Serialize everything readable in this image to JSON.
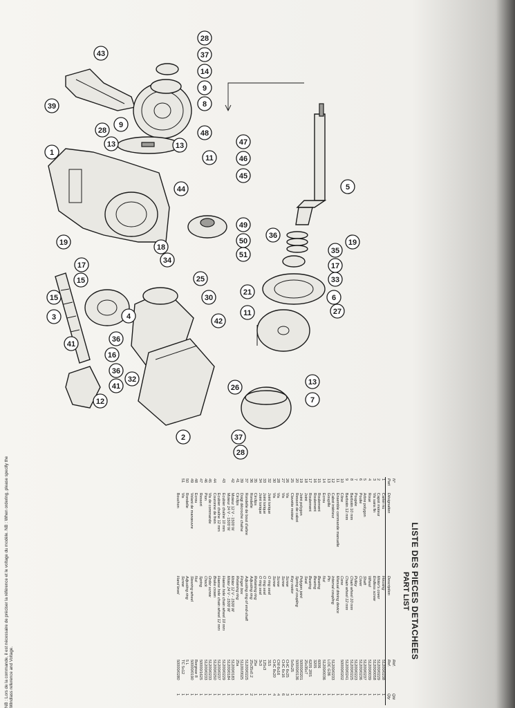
{
  "callouts": [
    "1",
    "2",
    "3",
    "4",
    "5",
    "6",
    "7",
    "8",
    "9",
    "9",
    "11",
    "11",
    "12",
    "13",
    "13",
    "13",
    "14",
    "15",
    "15",
    "16",
    "17",
    "17",
    "18",
    "19",
    "19",
    "21",
    "25",
    "26",
    "27",
    "28",
    "28",
    "28",
    "30",
    "32",
    "33",
    "34",
    "35",
    "36",
    "36",
    "36",
    "37",
    "37",
    "39",
    "41",
    "41",
    "42",
    "43",
    "44",
    "45",
    "46",
    "47",
    "48",
    "49",
    "50",
    "51"
  ],
  "parts_list": {
    "title": "LISTE DES PIECES DETACHEES",
    "subtitle": "PART LIST",
    "headers": {
      "no": "N°",
      "part": "Part",
      "designation": "Désignation",
      "description": "Description",
      "ref": "Réf.",
      "ref2": "Ref.",
      "qte": "Qté",
      "qty": "Qty"
    },
    "rows": [
      {
        "no": "1",
        "des": "Carter nu",
        "desc": "Housing",
        "ref": "51200/0238",
        "qty": "1"
      },
      {
        "no": "2",
        "des": "Capot moteur",
        "desc": "Motor's cover",
        "ref": "51200/0229",
        "qty": "1"
      },
      {
        "no": "3",
        "des": "Vis sans fin",
        "desc": "Endless screw",
        "ref": "51200/0058",
        "qty": "1"
      },
      {
        "no": "4",
        "des": "Roue",
        "desc": "Wheel",
        "ref": "51200/0039",
        "qty": "1"
      },
      {
        "no": "5",
        "des": "Arbre polygon",
        "desc": "Shaft",
        "ref": "51200/0237",
        "qty": "1"
      },
      {
        "no": "6",
        "des": "Poulie",
        "desc": "Cover",
        "ref": "51200/0236",
        "qty": "1"
      },
      {
        "no": "7",
        "des": "Poupée",
        "desc": "Pulley",
        "ref": "51200/0223",
        "qty": "1"
      },
      {
        "no": "8",
        "des": "Barbotin 10 mm",
        "desc": "Chain wheel 10 mm",
        "ref": "51200/0225",
        "qty": "1"
      },
      {
        "no": "9",
        "des": "Barbotin 12 mm",
        "desc": "Chain wheel 12 mm",
        "ref": "51200/0241",
        "qty": "1"
      },
      {
        "no": "10",
        "des": "Cône",
        "desc": "Cone",
        "ref": "50000/0202",
        "qty": "1"
      },
      {
        "no": "11",
        "des": "Ensemble commande manuelle",
        "desc": "Manual driving device",
        "ref": "",
        "qty": "1"
      },
      {
        "no": "12",
        "des": "Cabot intérieur",
        "desc": "Internal coupling",
        "ref": "51200/0233",
        "qty": "1"
      },
      {
        "no": "13",
        "des": "Goupille",
        "desc": "Pin",
        "ref": "LOC G36",
        "qty": "1"
      },
      {
        "no": "14",
        "des": "Ecrou",
        "desc": "Nut",
        "ref": "51200/0036",
        "qty": "1"
      },
      {
        "no": "15",
        "des": "Roulement",
        "desc": "Bearing",
        "ref": "6006",
        "qty": "1"
      },
      {
        "no": "16",
        "des": "Roulement",
        "desc": "Bearing",
        "ref": "3205",
        "qty": "1"
      },
      {
        "no": "17",
        "des": "Roulement",
        "desc": "Bearing",
        "ref": "6205 2RS",
        "qty": "1"
      },
      {
        "no": "18",
        "des": "Joint",
        "desc": "Seal",
        "ref": "25x35x7",
        "qty": "1"
      },
      {
        "no": "19",
        "des": "Joint polygon",
        "desc": "Polygon joint",
        "ref": "50000/0201",
        "qty": "1"
      },
      {
        "no": "20",
        "des": "Ressort de cabot",
        "desc": "Spring of coupling",
        "ref": "50000/0136",
        "qty": "1"
      },
      {
        "no": "25",
        "des": "Clavette moteur",
        "desc": "Key motor",
        "ref": "5x5x25",
        "qty": "1"
      },
      {
        "no": "26",
        "des": "Vis",
        "desc": "Screw",
        "ref": "CHC 6x25",
        "qty": "3"
      },
      {
        "no": "27",
        "des": "Vis",
        "desc": "Screw",
        "ref": "CHC 6x16",
        "qty": "6"
      },
      {
        "no": "28",
        "des": "Vis",
        "desc": "Screw",
        "ref": "CM 6x16",
        "qty": "4"
      },
      {
        "no": "30",
        "des": "Vis",
        "desc": "Screw",
        "ref": "CHC 8x20",
        "qty": "4"
      },
      {
        "no": "32",
        "des": "Joint torique",
        "desc": "O ring seal",
        "ref": "315",
        "qty": "1"
      },
      {
        "no": "33",
        "des": "Joint torique",
        "desc": "O ring seal",
        "ref": "125x3",
        "qty": "1"
      },
      {
        "no": "34",
        "des": "Joint torique",
        "desc": "O ring seal",
        "ref": "3x3",
        "qty": "1"
      },
      {
        "no": "35",
        "des": "Circlips",
        "desc": "Retaining ring",
        "ref": "25e",
        "qty": "1"
      },
      {
        "no": "36",
        "des": "Rondelle",
        "desc": "Adjusting ring",
        "ref": "25x35x0.2",
        "qty": "2"
      },
      {
        "no": "37",
        "des": "Rondelle de bout d'arbre",
        "desc": "Adjusting ring of end-shaft",
        "ref": "51200/0225",
        "qty": "1"
      },
      {
        "no": "39",
        "des": "Doigt décroche chaîne",
        "desc": "Finger box",
        "ref": "51100/0025",
        "qty": "1"
      },
      {
        "no": "41",
        "des": "Circlips",
        "desc": "Retaining ring",
        "ref": "25a",
        "qty": "1"
      },
      {
        "no": "42",
        "des": "Moteur 12 V - 1500 W",
        "desc": "Motor 12 V - 1500 W",
        "ref": "51200/0183",
        "qty": "1"
      },
      {
        "no": "",
        "des": "Moteur 24 V - 1500 W",
        "desc": "Motor 24 V - 1500 W",
        "ref": "51200/0184",
        "qty": "1"
      },
      {
        "no": "43",
        "des": "Ecubier chaîne 10 mm",
        "desc": "Hawse hole chain wheel 10 mm",
        "ref": "51200/0229",
        "qty": "1"
      },
      {
        "no": "",
        "des": "Ecubier chaîne 12 mm",
        "desc": "Hawse hole chain wheel 12 mm",
        "ref": "51200/0237",
        "qty": "1"
      },
      {
        "no": "44",
        "des": "Couronne de frein",
        "desc": "Brake crown",
        "ref": "51200/0250",
        "qty": "1"
      },
      {
        "no": "45",
        "des": "Vis de commande",
        "desc": "Order screw",
        "ref": "51200/0233",
        "qty": "1"
      },
      {
        "no": "46",
        "des": "Pion",
        "desc": "Chock",
        "ref": "51200/0233",
        "qty": "1"
      },
      {
        "no": "47",
        "des": "Ressort",
        "desc": "Spring",
        "ref": "50000/1625",
        "qty": "1"
      },
      {
        "no": "48",
        "des": "Ecrou",
        "desc": "Nut",
        "ref": "Borgnoe 8",
        "qty": "1"
      },
      {
        "no": "49",
        "des": "Volant de manœuvre",
        "desc": "Steering wheel",
        "ref": "50000/0190",
        "qty": "1"
      },
      {
        "no": "50",
        "des": "Rondelle",
        "desc": "Adjusting ring",
        "ref": "5 L",
        "qty": "1"
      },
      {
        "no": "51",
        "des": "Vis",
        "desc": "Screw",
        "ref": "TC 5x12",
        "qty": "1"
      },
      {
        "no": "",
        "des": "Bouchon",
        "desc": "Hand level",
        "ref": "50000/0280",
        "qty": "1"
      }
    ]
  },
  "footnote": "NB : Lors de la commande, il est nécessaire de préciser la référence et le voltage du modèle. NB : When ordering, please specify the Windlass reference and Voltage."
}
